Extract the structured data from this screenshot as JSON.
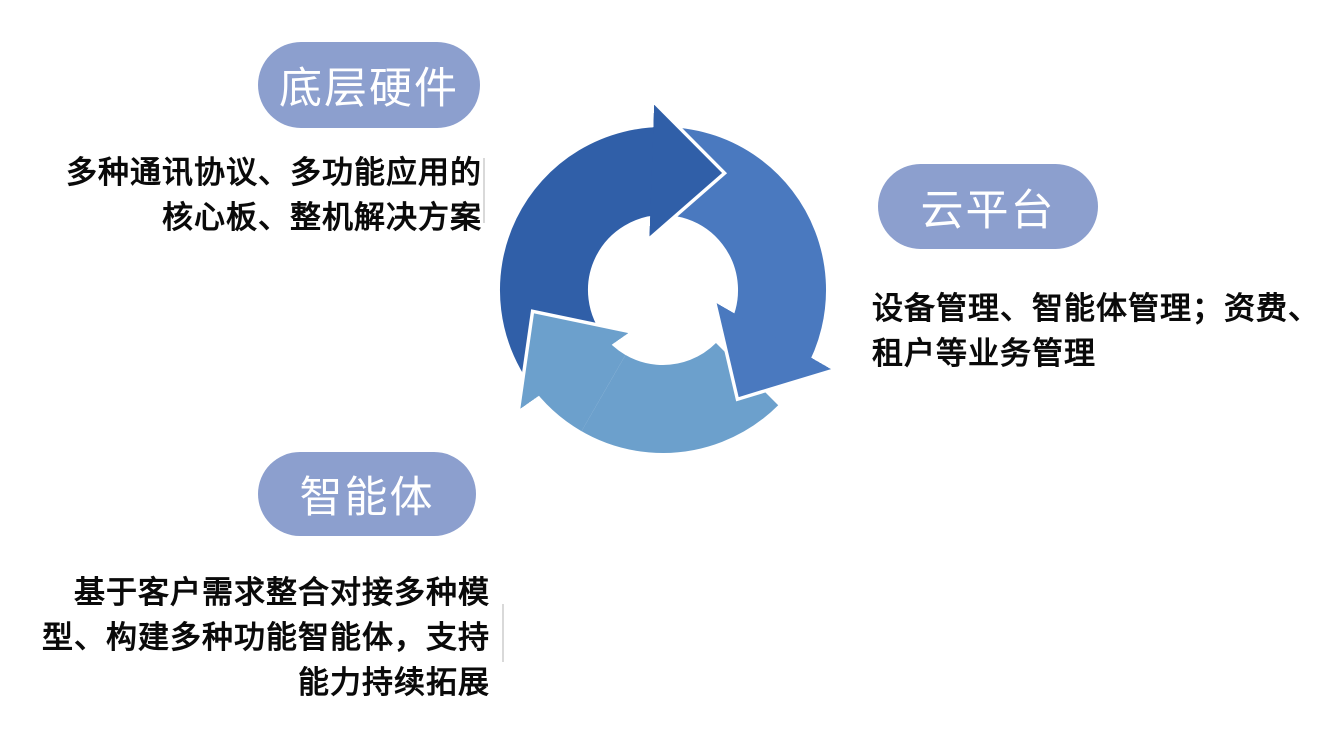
{
  "diagram": {
    "type": "cycle",
    "nodes": [
      {
        "id": "hardware",
        "label": "底层硬件",
        "description_lines": [
          "多种通讯协议、多功能应用的",
          "核心板、整机解决方案"
        ]
      },
      {
        "id": "cloud",
        "label": "云平台",
        "description_lines": [
          "设备管理、智能体管理；资费、",
          "租户等业务管理"
        ]
      },
      {
        "id": "agent",
        "label": "智能体",
        "description_lines": [
          "基于客户需求整合对接多种模",
          "型、构建多种功能智能体，支持",
          "能力持续拓展"
        ]
      }
    ],
    "colors": {
      "pill": "#8C9FCE",
      "arrow_dark": "#305FA8",
      "arrow_medium": "#4A79BF",
      "arrow_light": "#6CA0CC",
      "text": "#0A0A0A",
      "background": "#FFFFFF"
    }
  }
}
